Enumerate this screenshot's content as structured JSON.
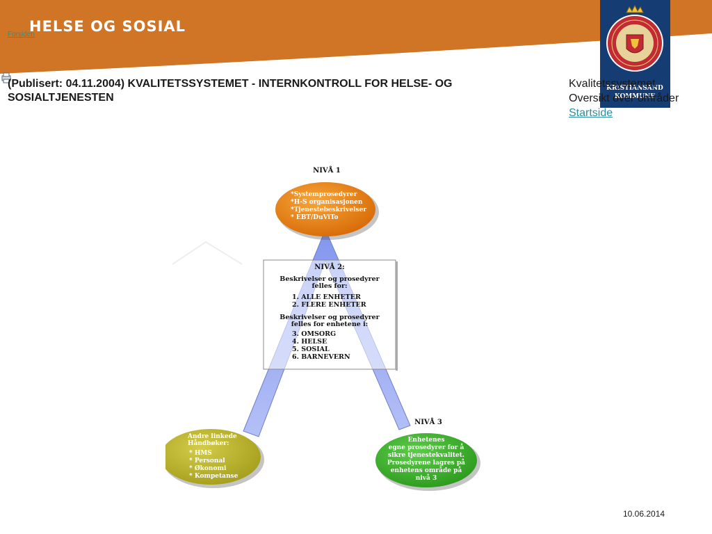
{
  "header": {
    "brand_text": "HELSE OG SOSIAL",
    "home_link": "Forsiden",
    "banner_color": "#d07426",
    "crest_bg": "#153c73",
    "crest_label_1": "KRISTIANSAND",
    "crest_label_2": "KOMMUNE"
  },
  "title": "(Publisert: 04.11.2004) KVALITETSSYSTEMET - INTERNKONTROLL FOR HELSE- OG SOSIALTJENESTEN",
  "sidebar": {
    "line1": "Kvalitetssystemet",
    "line2": "Oversikt over områder",
    "link": "Startside"
  },
  "diagram": {
    "level1": {
      "heading": "NIVÅ 1",
      "items": [
        "*Systemprosedyrer",
        "*H-S organisasjonen",
        "*Tjenestebeskrivelser",
        "* EBT/DuViTo"
      ],
      "color": "#e8830e"
    },
    "level2": {
      "heading": "NIVÅ 2:",
      "intro1_a": "Beskrivelser og prosedyrer",
      "intro1_b": "felles for:",
      "list1": [
        "1.  ALLE ENHETER",
        "2.  FLERE ENHETER"
      ],
      "intro2_a": "Beskrivelser og prosedyrer",
      "intro2_b": "felles for enhetene i:",
      "list2": [
        "3.  OMSORG",
        "4.  HELSE",
        "5.  SOSIAL",
        "6.  BARNEVERN"
      ]
    },
    "left_oval": {
      "heading_a": "Andre linkede",
      "heading_b": "Håndbøker:",
      "items": [
        "*  HMS",
        "*  Personal",
        "*  Økonomi",
        "*  Kompetanse"
      ],
      "color": "#bcb62a"
    },
    "level3": {
      "heading": "NIVÅ 3",
      "lines": [
        "Enhetenes",
        "egne prosedyrer for å",
        "sikre tjenestekvalitet.",
        "Prosedyrene lagres på",
        "enhetens område på",
        "nivå 3"
      ],
      "color": "#3fb230"
    },
    "triangle_color": "#9aaaf2"
  },
  "footer": {
    "date": "10.06.2014"
  }
}
